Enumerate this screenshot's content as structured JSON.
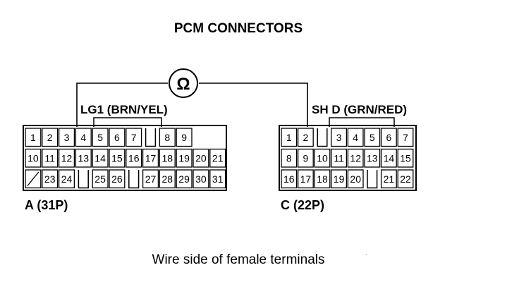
{
  "title": "PCM CONNECTORS",
  "meter_symbol": "Ω",
  "caption": "Wire side of female terminals",
  "connector_a": {
    "name": "A (31P)",
    "probe_label": "LG1 (BRN/YEL)",
    "rows": [
      [
        "1",
        "2",
        "3",
        "4",
        "5",
        "6",
        "7",
        "",
        "8",
        "9"
      ],
      [
        "10",
        "11",
        "12",
        "13",
        "14",
        "15",
        "16",
        "17",
        "18",
        "19",
        "20",
        "21"
      ],
      [
        "/",
        "23",
        "24",
        "",
        "25",
        "26",
        "",
        "27",
        "28",
        "29",
        "30",
        "31"
      ]
    ]
  },
  "connector_c": {
    "name": "C (22P)",
    "probe_label": "SH D (GRN/RED)",
    "rows": [
      [
        "1",
        "2",
        "",
        "3",
        "4",
        "5",
        "6",
        "7"
      ],
      [
        "8",
        "9",
        "10",
        "11",
        "12",
        "13",
        "14",
        "15"
      ],
      [
        "16",
        "17",
        "18",
        "19",
        "20",
        "",
        "21",
        "22"
      ]
    ]
  }
}
